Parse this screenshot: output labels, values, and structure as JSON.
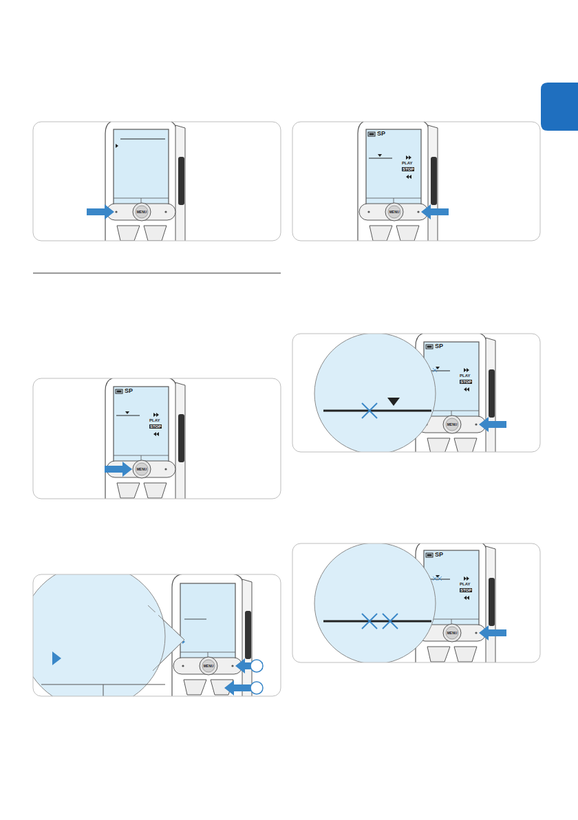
{
  "diagram": {
    "labels": [
      "MENU",
      "SP",
      "PLAY",
      "STOP",
      "MENU",
      "SP",
      "PLAY",
      "STOP",
      "MENU",
      "MENU",
      "SP",
      "PLAY",
      "STOP",
      "MENU",
      "SP",
      "PLAY",
      "STOP",
      "MENU"
    ]
  }
}
